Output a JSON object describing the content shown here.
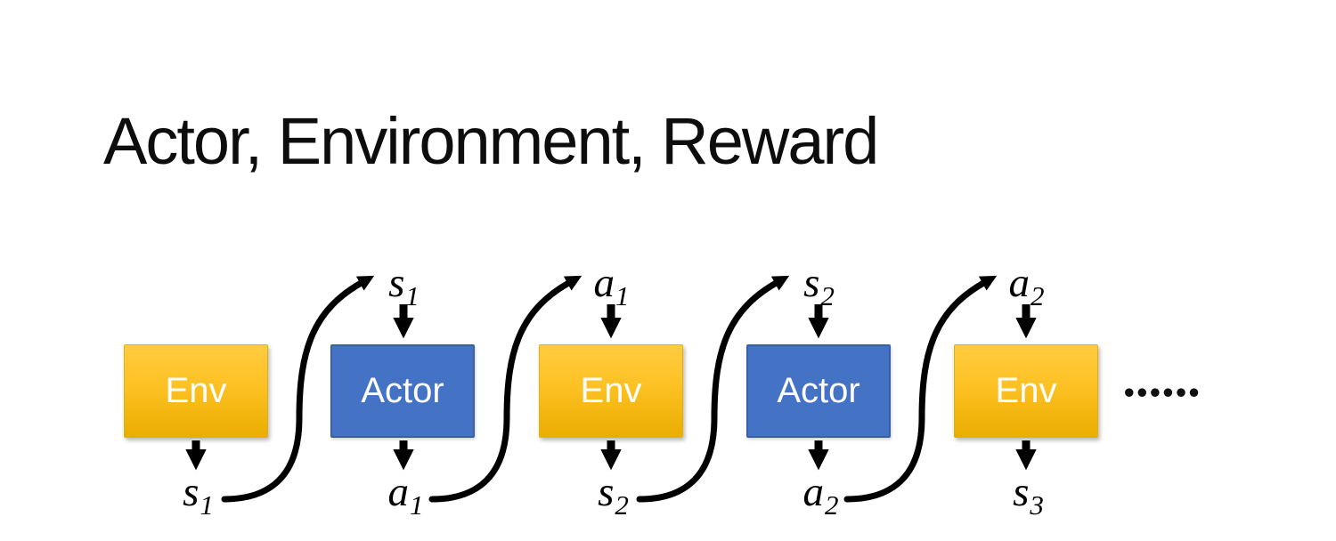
{
  "title": "Actor, Environment, Reward",
  "colors": {
    "env_gradient_top": "#FFCB40",
    "env_gradient_bottom": "#EAAD00",
    "actor_fill": "#4472C4",
    "actor_border": "#3A5FA8",
    "arrow": "#000000",
    "box_text": "#FFFFFF",
    "title_text": "#0D0D0D"
  },
  "diagram": {
    "boxes": [
      {
        "label": "Env",
        "type": "env"
      },
      {
        "label": "Actor",
        "type": "actor"
      },
      {
        "label": "Env",
        "type": "env"
      },
      {
        "label": "Actor",
        "type": "actor"
      },
      {
        "label": "Env",
        "type": "env"
      }
    ],
    "top_labels": [
      {
        "base": "s",
        "sub": "1"
      },
      {
        "base": "a",
        "sub": "1"
      },
      {
        "base": "s",
        "sub": "2"
      },
      {
        "base": "a",
        "sub": "2"
      }
    ],
    "bottom_labels": [
      {
        "base": "s",
        "sub": "1"
      },
      {
        "base": "a",
        "sub": "1"
      },
      {
        "base": "s",
        "sub": "2"
      },
      {
        "base": "a",
        "sub": "2"
      },
      {
        "base": "s",
        "sub": "3"
      }
    ],
    "ellipsis": "••••••"
  }
}
